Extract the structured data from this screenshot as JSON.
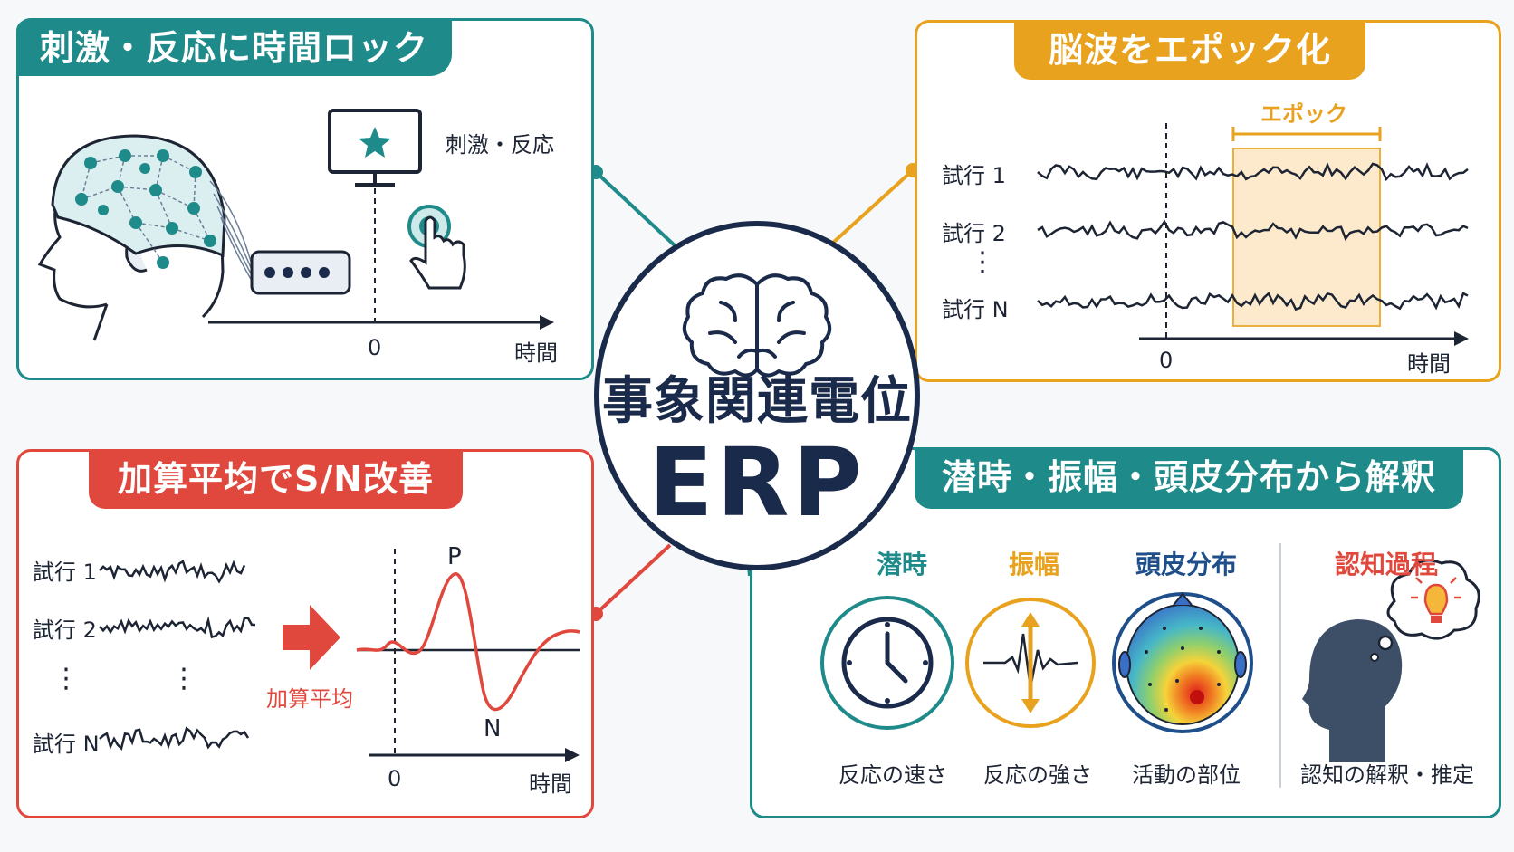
{
  "center": {
    "title_ja": "事象関連電位",
    "title_en": "ERP"
  },
  "panel_time_lock": {
    "title": "刺激・反応に時間ロック",
    "stimulus_label": "刺激・反応",
    "axis_zero": "0",
    "axis_label": "時間"
  },
  "panel_epoch": {
    "title": "脳波をエポック化",
    "epoch_label": "エポック",
    "trials": [
      "試行 1",
      "試行 2",
      "試行 N"
    ],
    "ellipsis": "⋮",
    "axis_zero": "0",
    "axis_label": "時間"
  },
  "panel_average": {
    "title": "加算平均でS/N改善",
    "trials": [
      "試行 1",
      "試行 2",
      "試行 N"
    ],
    "ellipsis": "⋮",
    "arrow_label": "加算平均",
    "peak_p": "P",
    "peak_n": "N",
    "axis_zero": "0",
    "axis_label": "時間"
  },
  "panel_interpret": {
    "title": "潜時・振幅・頭皮分布から解釈",
    "columns": [
      {
        "title": "潜時",
        "caption": "反応の速さ",
        "icon": "clock-icon",
        "color": "#1f8a8a"
      },
      {
        "title": "振幅",
        "caption": "反応の強さ",
        "icon": "amplitude-icon",
        "color": "#e8a21d"
      },
      {
        "title": "頭皮分布",
        "caption": "活動の部位",
        "icon": "scalp-map-icon",
        "color": "#1f4f8a"
      },
      {
        "title": "認知過程",
        "caption": "認知の解釈・推定",
        "icon": "thinking-head-icon",
        "color": "#e0483d"
      }
    ]
  },
  "colors": {
    "teal": "#1f8a8a",
    "orange": "#e8a21d",
    "red": "#e0483d",
    "navy": "#1a2a4a"
  }
}
